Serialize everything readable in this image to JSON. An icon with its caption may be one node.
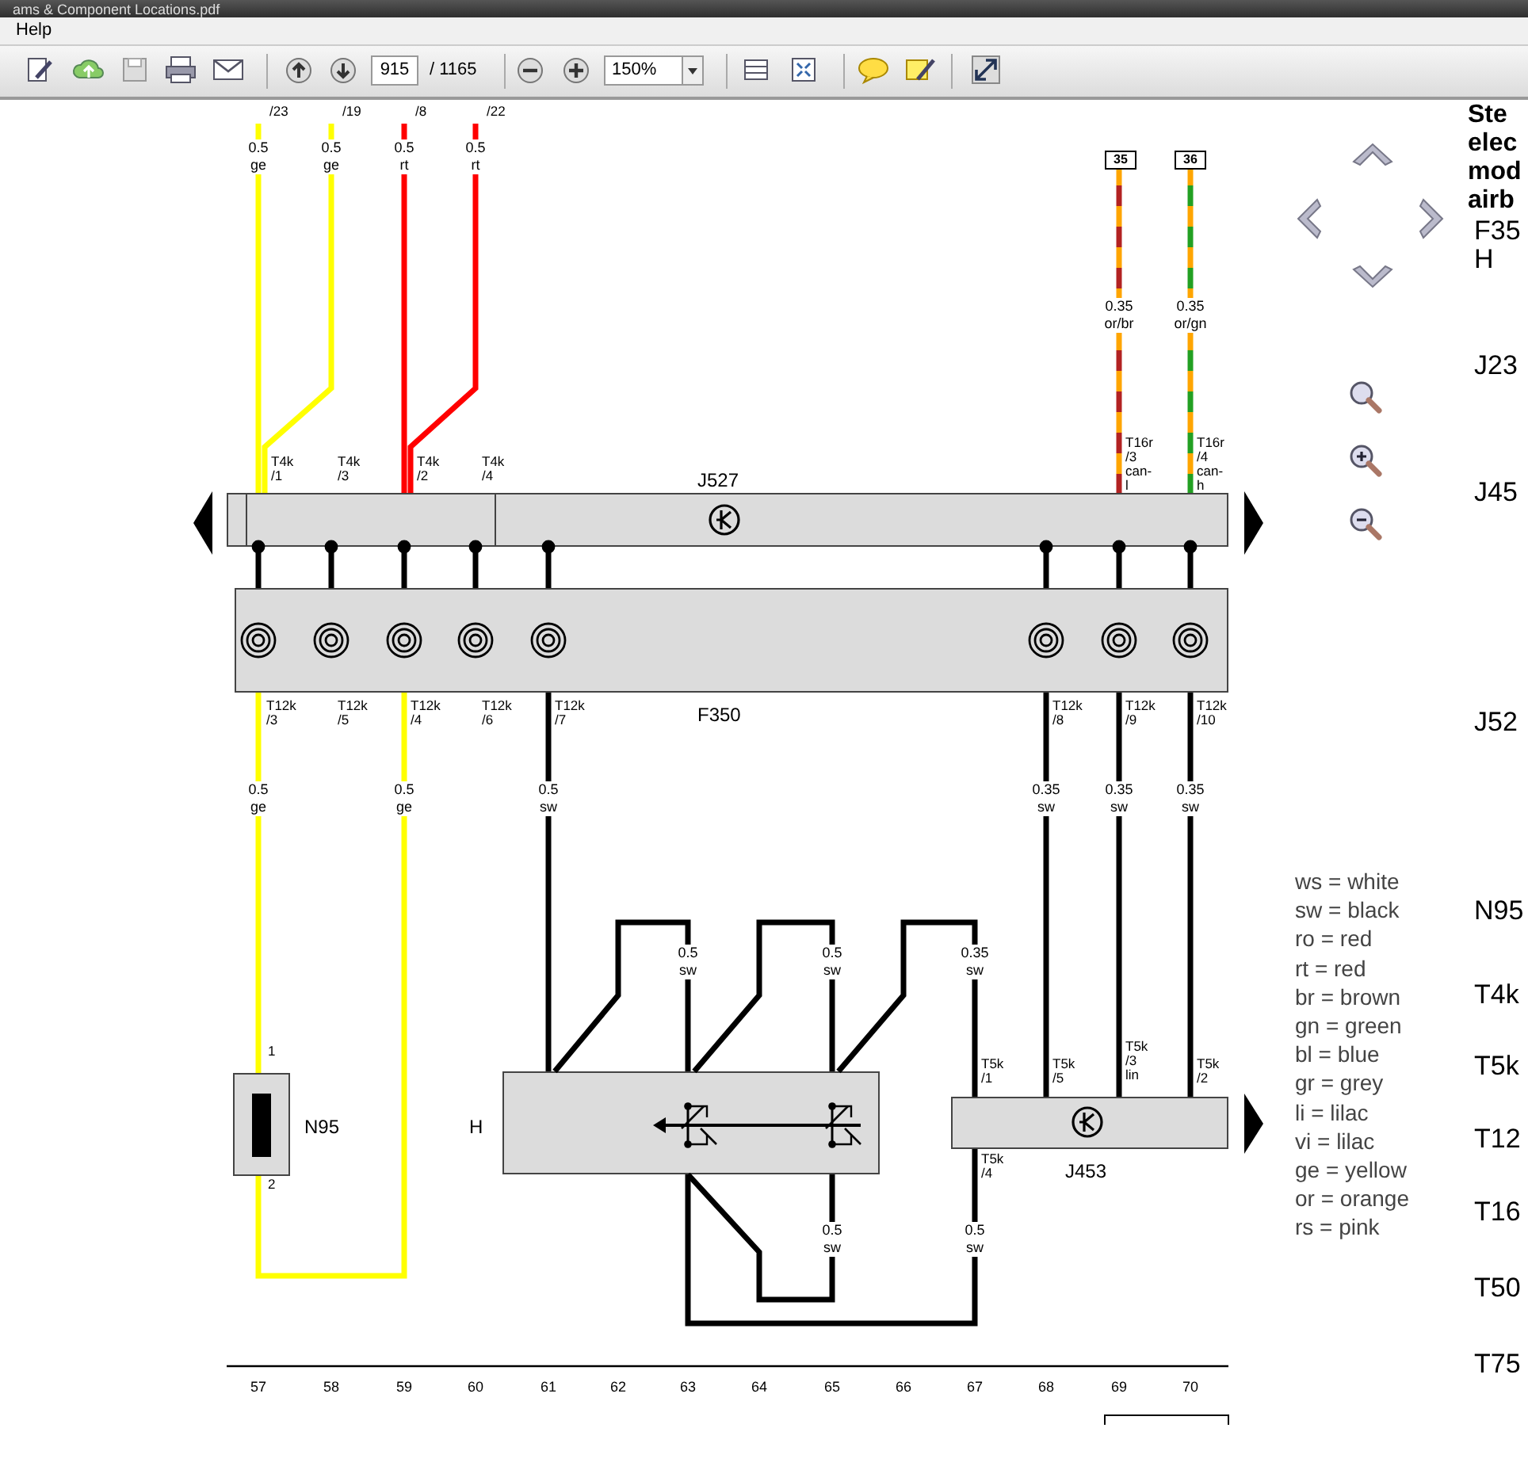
{
  "diagram": {
    "nodes": [
      {
        "text": [
          "J527"
        ]
      },
      {
        "text": [
          "F350"
        ]
      },
      {
        "text": [
          "N95"
        ]
      },
      {
        "text": [
          "H"
        ]
      },
      {
        "text": [
          "J453"
        ]
      },
      {
        "text": [
          "35"
        ]
      },
      {
        "text": [
          "36"
        ]
      }
    ],
    "edges": [
      {
        "from": null,
        "to": 0,
        "arrow": "none",
        "label": "0.5 ge",
        "color": "#ffff00"
      },
      {
        "from": null,
        "to": 0,
        "arrow": "none",
        "label": "0.5 ge",
        "color": "#ffff00"
      },
      {
        "from": null,
        "to": 0,
        "arrow": "none",
        "label": "0.5 rt",
        "color": "#ff0000"
      },
      {
        "from": null,
        "to": 0,
        "arrow": "none",
        "label": "0.5 rt",
        "color": "#ff0000"
      },
      {
        "from": 5,
        "to": 0,
        "arrow": "none",
        "label": "0.35 or/br",
        "color": "#ffa500"
      },
      {
        "from": 6,
        "to": 0,
        "arrow": "none",
        "label": "0.35 or/gn",
        "color": "#ffa500"
      },
      {
        "from": 0,
        "to": 1,
        "arrow": "other"
      },
      {
        "from": 0,
        "to": 1,
        "arrow": "other"
      },
      {
        "from": 0,
        "to": 1,
        "arrow": "other"
      },
      {
        "from": 0,
        "to": 1,
        "arrow": "other"
      },
      {
        "from": 0,
        "to": 1,
        "arrow": "other"
      },
      {
        "from": 0,
        "to": 1,
        "arrow": "other"
      },
      {
        "from": 0,
        "to": 1,
        "arrow": "other"
      },
      {
        "from": 0,
        "to": 1,
        "arrow": "other"
      },
      {
        "from": 1,
        "to": 2,
        "arrow": "none",
        "label": "0.5 ge",
        "color": "#ffff00"
      },
      {
        "from": 1,
        "to": 2,
        "arrow": "none",
        "label": "0.5 ge",
        "color": "#ffff00"
      },
      {
        "from": 1,
        "to": 3,
        "arrow": "none",
        "label": "0.5 sw"
      },
      {
        "from": 1,
        "to": 4,
        "arrow": "none",
        "label": "0.35 sw"
      },
      {
        "from": 1,
        "to": 4,
        "arrow": "none",
        "label": "0.35 sw"
      },
      {
        "from": 1,
        "to": 4,
        "arrow": "none",
        "label": "0.35 sw"
      },
      {
        "from": 3,
        "to": 3,
        "arrow": "none",
        "label": "0.5 sw"
      },
      {
        "from": 3,
        "to": 3,
        "arrow": "none",
        "label": "0.5 sw"
      },
      {
        "from": 3,
        "to": 4,
        "arrow": "none",
        "label": "0.35 sw"
      },
      {
        "from": 3,
        "to": 3,
        "arrow": "none",
        "label": "0.5 sw"
      },
      {
        "from": 3,
        "to": 4,
        "arrow": "none",
        "label": "0.5 sw"
      }
    ],
    "labels": [
      "ams & Component Locations.pdf",
      "Help",
      "915",
      "/ 1165",
      "150%",
      "/23",
      "/19",
      "/8",
      "/22",
      "T4k /1",
      "T4k /3",
      "T4k /2",
      "T4k /4",
      "T16r /3 can-l",
      "T16r /4 can-h",
      "T12k /3",
      "T12k /5",
      "T12k /4",
      "T12k /6",
      "T12k /7",
      "T12k /8",
      "T12k /9",
      "T12k /10",
      "1",
      "2",
      "T5k /1",
      "T5k /5",
      "T5k /3 lin",
      "T5k /2",
      "T5k /4",
      "57",
      "58",
      "59",
      "60",
      "61",
      "62",
      "63",
      "64",
      "65",
      "66",
      "67",
      "68",
      "69",
      "70",
      "ws = white",
      "sw = black",
      "ro = red",
      "rt = red",
      "br = brown",
      "gn = green",
      "bl = blue",
      "gr = grey",
      "li = lilac",
      "vi = lilac",
      "ge = yellow",
      "or = orange",
      "rs = pink",
      "Ste elec mod airb",
      "F35",
      "H",
      "J23",
      "J45",
      "J52",
      "N95",
      "T4k",
      "T5k",
      "T12",
      "T16",
      "T50",
      "T75"
    ]
  }
}
